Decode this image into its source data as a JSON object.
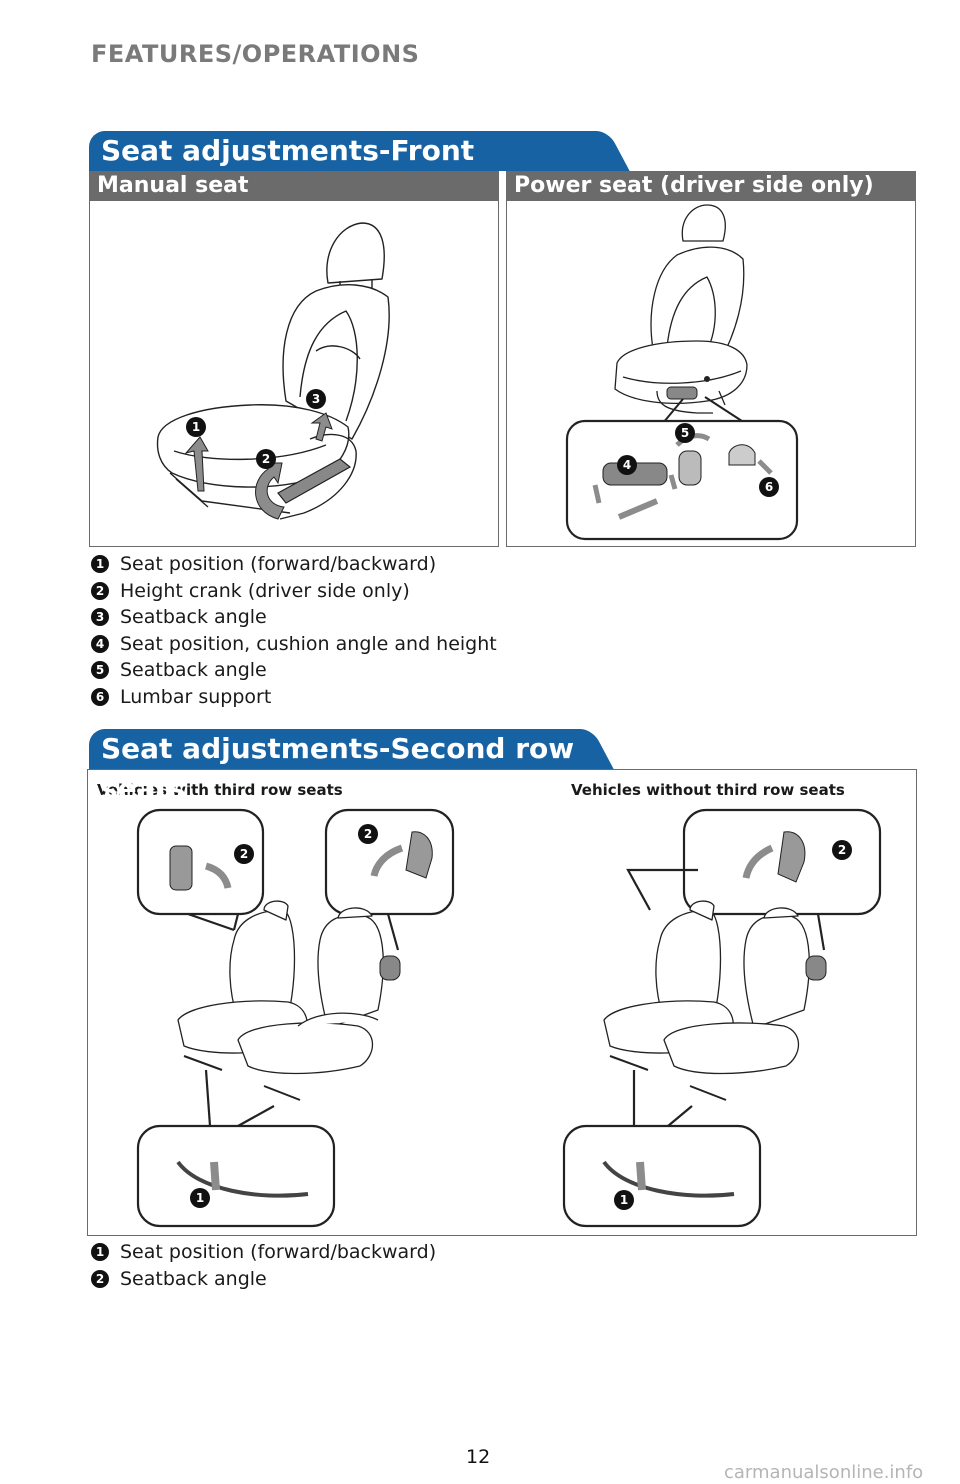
{
  "header": {
    "section_title": "FEATURES/OPERATIONS"
  },
  "front": {
    "tab_title": "Seat adjustments-Front",
    "manual_label": "Manual seat",
    "power_label": "Power seat (driver side only)",
    "legend": [
      {
        "num": "1",
        "text": "Seat position (forward/backward)"
      },
      {
        "num": "2",
        "text": "Height crank (driver side only)"
      },
      {
        "num": "3",
        "text": "Seatback angle"
      },
      {
        "num": "4",
        "text": "Seat position, cushion angle and height"
      },
      {
        "num": "5",
        "text": "Seatback angle"
      },
      {
        "num": "6",
        "text": "Lumbar support"
      }
    ]
  },
  "second": {
    "tab_title": "Seat adjustments-Second row seats",
    "left_label": "Vehicles with third row seats",
    "right_label": "Vehicles without third row seats",
    "legend": [
      {
        "num": "1",
        "text": "Seat position (forward/backward)"
      },
      {
        "num": "2",
        "text": "Seatback angle"
      }
    ]
  },
  "callouts": [
    "1",
    "2",
    "3",
    "4",
    "5",
    "6"
  ],
  "footer": {
    "page_number": "12",
    "watermark": "carmanualsonline.info"
  },
  "colors": {
    "accent_blue": "#1762a3",
    "subhead_gray": "#6b6b6b",
    "arrow_gray": "#8c8c8c"
  }
}
